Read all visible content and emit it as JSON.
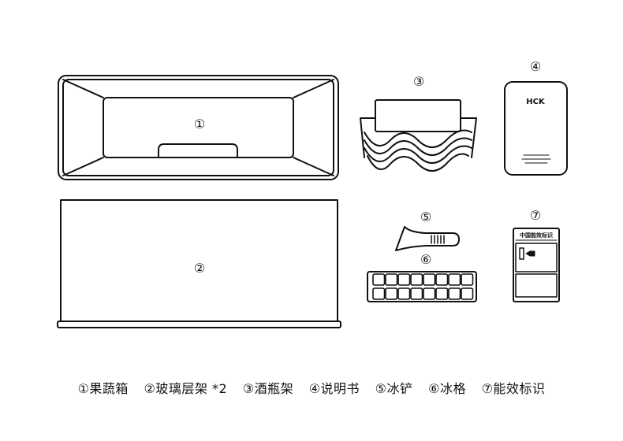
{
  "labels": {
    "item1": "①",
    "item2": "②",
    "item3": "③",
    "item4": "④",
    "item5": "⑤",
    "item6": "⑥",
    "item7": "⑦"
  },
  "manual": {
    "brand": "HCK"
  },
  "energy_label": {
    "title": "中国能效标识"
  },
  "legend": [
    "①果蔬箱",
    "②玻璃层架 *2",
    "③酒瓶架",
    "④说明书",
    "⑤冰铲",
    "⑥冰格",
    "⑦能效标识"
  ],
  "colors": {
    "line": "#111111",
    "background": "#ffffff"
  }
}
